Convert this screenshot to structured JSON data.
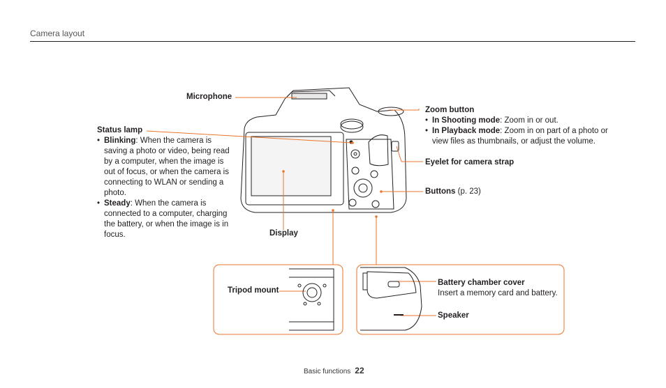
{
  "header": {
    "section_title": "Camera layout"
  },
  "labels": {
    "microphone": "Microphone",
    "status_lamp": {
      "title": "Status lamp",
      "blinking_term": "Blinking",
      "blinking_text": ": When the camera is saving a photo or video, being read by a computer, when the image is out of focus, or when the camera is connecting to WLAN or sending a photo.",
      "steady_term": "Steady",
      "steady_text": ": When the camera is connected to a computer, charging the battery, or when the image is in focus."
    },
    "display": "Display",
    "zoom_button": {
      "title": "Zoom button",
      "shooting_term": "In Shooting mode",
      "shooting_text": ": Zoom in or out.",
      "playback_term": "In Playback mode",
      "playback_text": ": Zoom in on part of a photo or view files as thumbnails, or adjust the volume."
    },
    "eyelet": "Eyelet for camera strap",
    "buttons": {
      "title": "Buttons",
      "ref": " (p. 23)"
    },
    "tripod_mount": "Tripod mount",
    "battery_cover": {
      "title": "Battery chamber cover",
      "desc": "Insert a memory card and battery."
    },
    "speaker": "Speaker"
  },
  "footer": {
    "section": "Basic functions",
    "page_number": "22"
  },
  "colors": {
    "accent": "#e8762b",
    "ink": "#231f20"
  }
}
